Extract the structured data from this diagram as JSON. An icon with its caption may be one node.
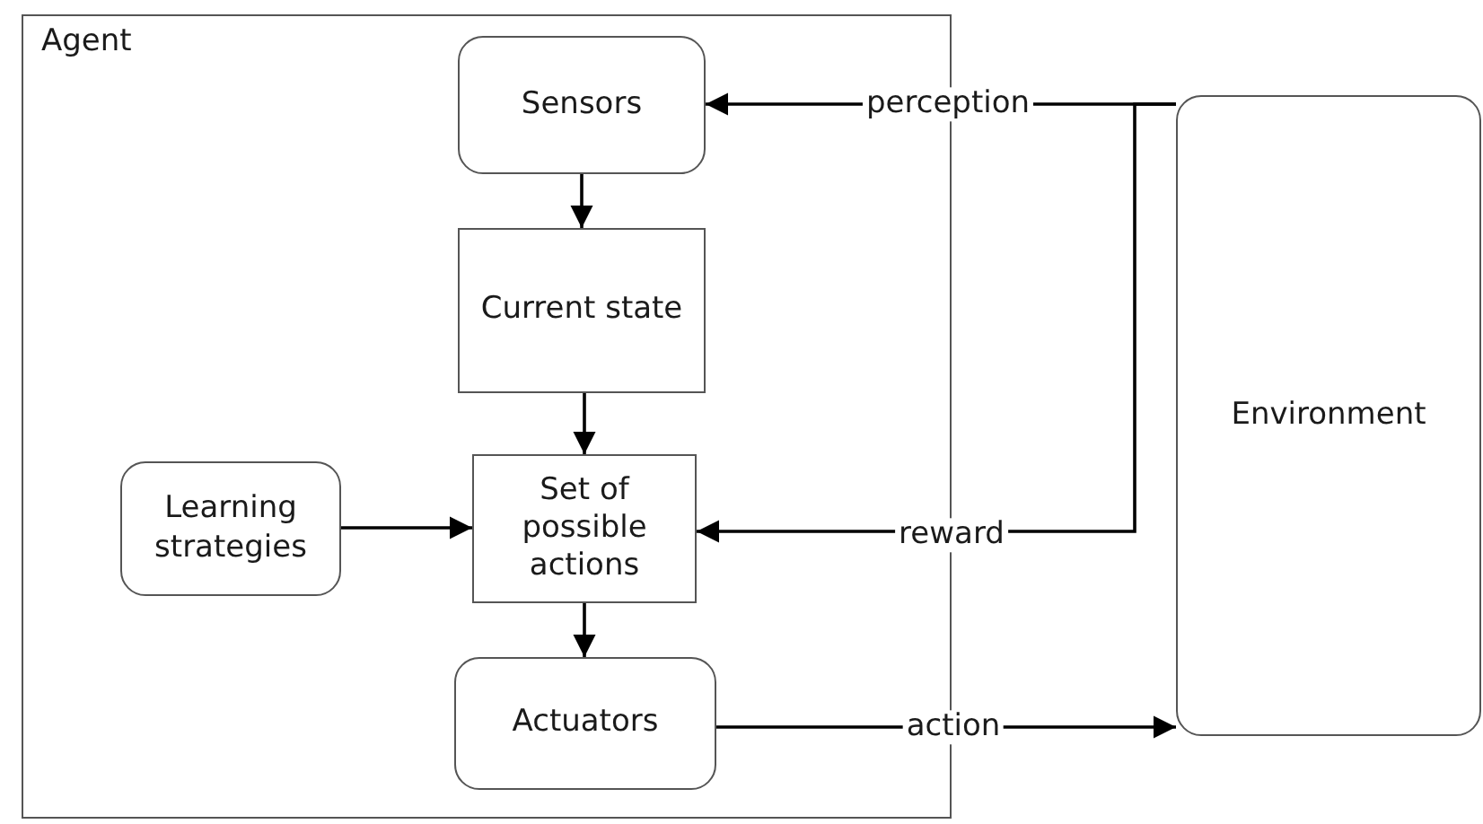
{
  "diagram": {
    "nodes": [
      {
        "text": [
          "Agent"
        ]
      },
      {
        "text": [
          "Sensors"
        ],
        "in": 0
      },
      {
        "text": [
          "Current state"
        ],
        "in": 0
      },
      {
        "text": [
          "Set of possible actions"
        ],
        "in": 0
      },
      {
        "text": [
          "Learning strategies"
        ],
        "in": 0
      },
      {
        "text": [
          "Actuators"
        ],
        "in": 0
      },
      {
        "text": [
          "Environment"
        ]
      }
    ],
    "edges": [
      {
        "from": 6,
        "to": 1,
        "arrow": "to",
        "label": "perception"
      },
      {
        "from": 1,
        "to": 2,
        "arrow": "to"
      },
      {
        "from": 2,
        "to": 3,
        "arrow": "to"
      },
      {
        "from": 4,
        "to": 3,
        "arrow": "to"
      },
      {
        "from": 6,
        "to": 3,
        "arrow": "to",
        "label": "reward"
      },
      {
        "from": 3,
        "to": 5,
        "arrow": "to"
      },
      {
        "from": 5,
        "to": 6,
        "arrow": "to",
        "label": "action"
      }
    ]
  }
}
